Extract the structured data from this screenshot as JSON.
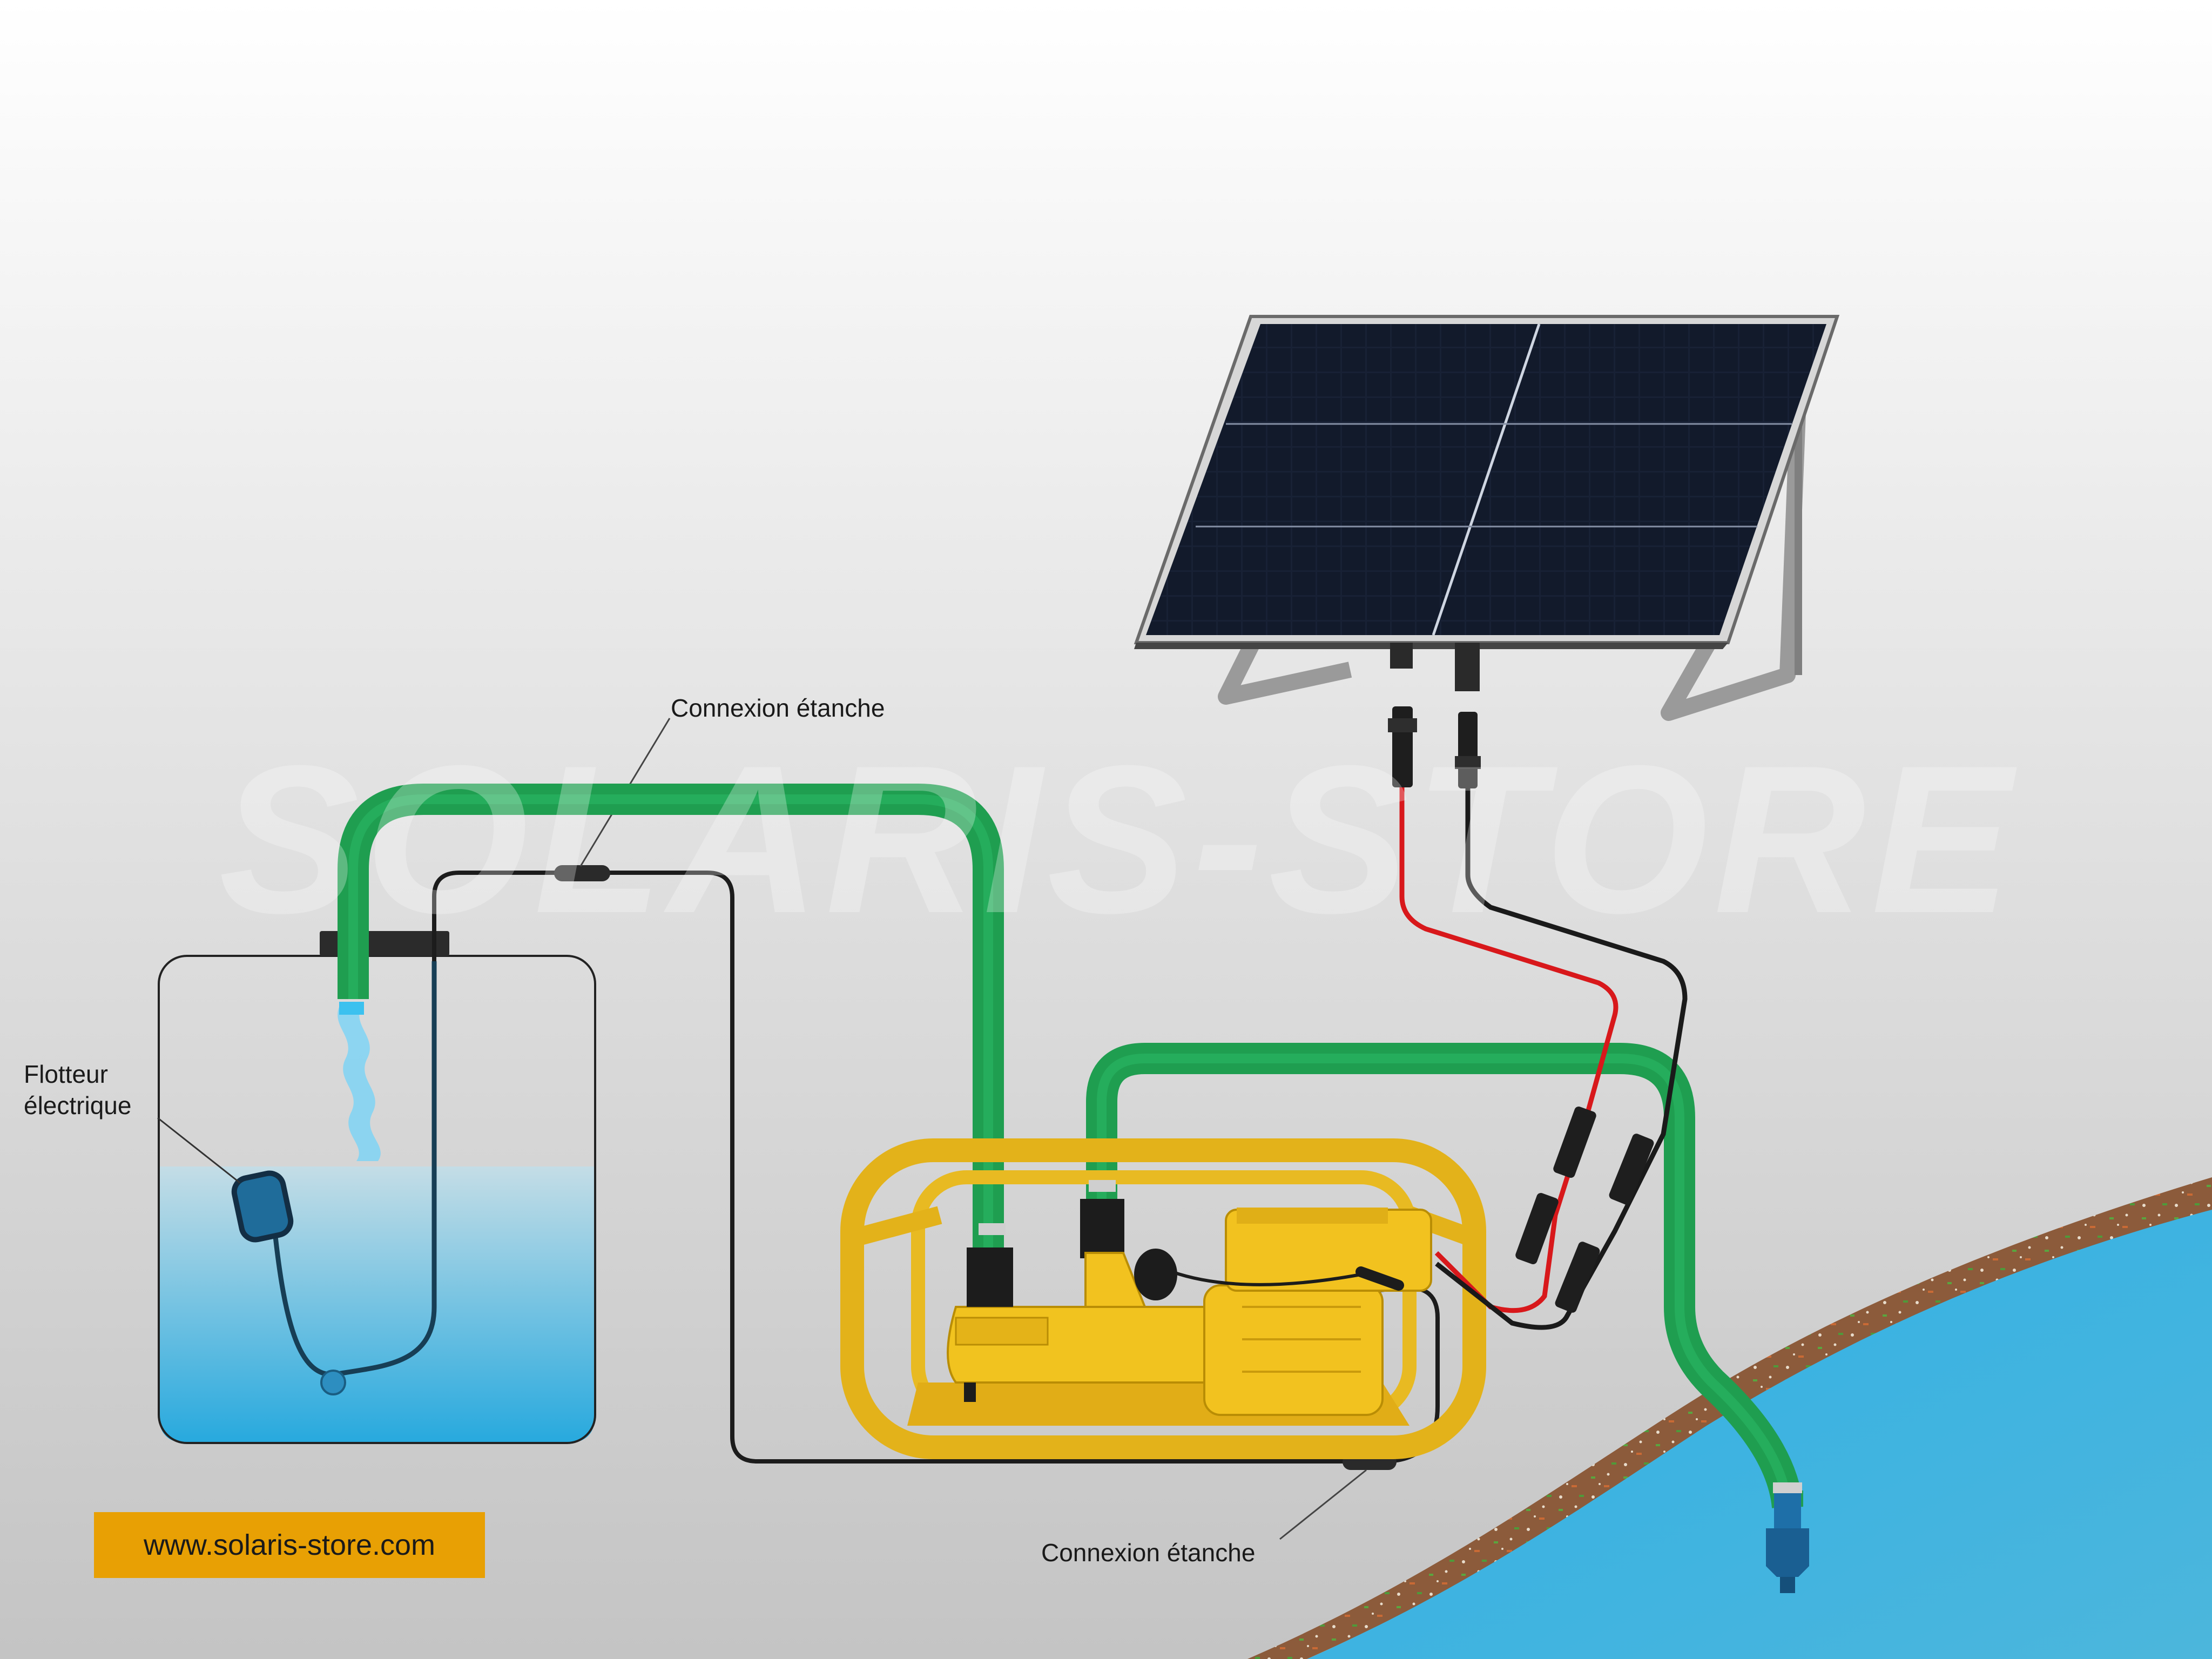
{
  "watermark": "SOLARIS-STORE",
  "labels": {
    "float_line1": "Flotteur",
    "float_line2": "électrique",
    "seal_top": "Connexion étanche",
    "seal_bottom": "Connexion étanche"
  },
  "brand": {
    "url": "www.solaris-store.com"
  },
  "colors": {
    "background_top": "#ffffff",
    "background_bottom": "#c9c9c9",
    "hose": "#1f9e50",
    "frame": "#e8b81c",
    "pump": "#f2c21f",
    "water": "#3fb3e4",
    "riverbank": "#8a5a3c",
    "panel": "#141b2a",
    "wire_positive": "#e01b1b",
    "wire_negative": "#1a1a1a",
    "brand_bg": "#e8a004"
  }
}
